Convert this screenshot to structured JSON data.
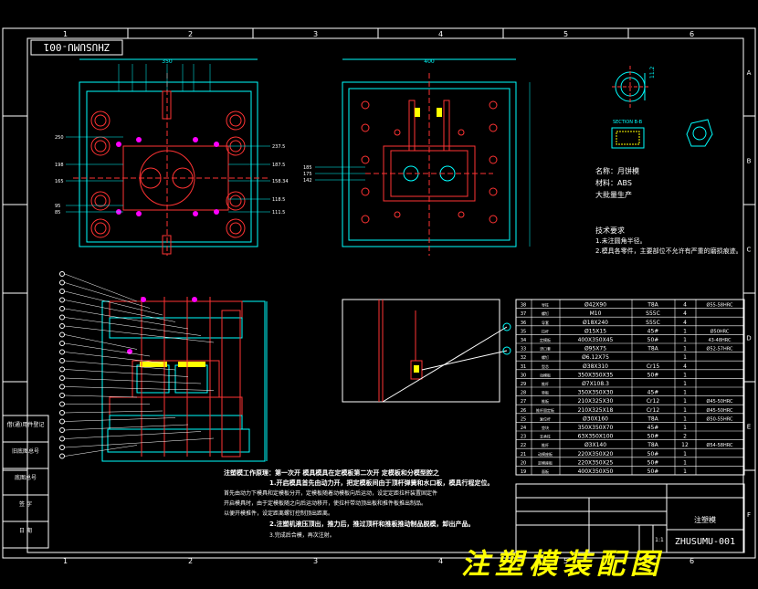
{
  "grid": {
    "columns": [
      "1",
      "2",
      "3",
      "4",
      "5",
      "6"
    ],
    "rows": [
      "A",
      "B",
      "C",
      "D",
      "E",
      "F"
    ]
  },
  "stamp_code": "ZHUSUMU-001",
  "dimensions_top": {
    "width_left": "350",
    "width_right": "400",
    "right_marks": [
      "11.2"
    ],
    "left_marks": [
      "250",
      "198",
      "165",
      "95",
      "85"
    ],
    "left_right_marks": [
      "237.5",
      "187.5",
      "158.34",
      "118.5",
      "111.5"
    ],
    "mid_marks": [
      "185",
      "175",
      "142"
    ]
  },
  "section_label": "SECTION B-B",
  "part_info": {
    "name": "名称：月饼模",
    "material": "材料：ABS",
    "production": "大批量生产"
  },
  "tech_req": {
    "title": "技术要求",
    "items": [
      "1.未注圆角半径。",
      "2.模具各零件，主要部位不允许有严重的磨损痕迹。"
    ]
  },
  "notes": {
    "lead": "注塑模工作原理：第一次开 模具模具在定模板第二次开 定模板和分模型腔之",
    "lines": [
      "1.开启模具首先由动力开，把定模板间由于顶杆弹簧和水口板，模具行程定位。",
      "首先由动力下模具和定模板分开，定模板随着动模板向后运动，设定定距拉杆装置固定件",
      "开启模具时，由于定模板随之向后运动移开，使拉杆带动顶出板和推件板推出制品。",
      "以便开模推件，设定距离螺钉控制顶出距离。",
      "2.注塑机液压顶出，推力后，推过顶杆和推板推动制品脱模，卸出产品。",
      "3.完成后合模，再次注射。"
    ]
  },
  "bom": [
    {
      "no": "38",
      "name": "导柱",
      "spec": "Ø42X90",
      "mat": "T8A",
      "qty": "4",
      "note": "Ø55-58HRC"
    },
    {
      "no": "37",
      "name": "螺钉",
      "spec": "M10",
      "mat": "S55C",
      "qty": "4",
      "note": ""
    },
    {
      "no": "36",
      "name": "导套",
      "spec": "Ø18X240",
      "mat": "S55C",
      "qty": "4",
      "note": ""
    },
    {
      "no": "35",
      "name": "拉杆",
      "spec": "Ø15X15",
      "mat": "45#",
      "qty": "1",
      "note": "Ø50HRC"
    },
    {
      "no": "34",
      "name": "定模板",
      "spec": "400X350X45",
      "mat": "50#",
      "qty": "1",
      "note": "43-48HRC"
    },
    {
      "no": "33",
      "name": "浇口套",
      "spec": "Ø95X75",
      "mat": "T8A",
      "qty": "1",
      "note": "Ø52-57HRC"
    },
    {
      "no": "32",
      "name": "螺钉",
      "spec": "Ø6.12X75",
      "mat": "",
      "qty": "1",
      "note": ""
    },
    {
      "no": "31",
      "name": "型芯",
      "spec": "Ø38X310",
      "mat": "Cr15",
      "qty": "4",
      "note": ""
    },
    {
      "no": "30",
      "name": "动模板",
      "spec": "350X350X35",
      "mat": "50#",
      "qty": "1",
      "note": ""
    },
    {
      "no": "29",
      "name": "推杆",
      "spec": "Ø7X108.3",
      "mat": "",
      "qty": "1",
      "note": ""
    },
    {
      "no": "28",
      "name": "垫板",
      "spec": "350X350X30",
      "mat": "45#",
      "qty": "1",
      "note": ""
    },
    {
      "no": "27",
      "name": "推板",
      "spec": "210X325X30",
      "mat": "Cr12",
      "qty": "1",
      "note": "Ø45-50HRC"
    },
    {
      "no": "26",
      "name": "推杆固定板",
      "spec": "210X325X18",
      "mat": "Cr12",
      "qty": "1",
      "note": "Ø45-50HRC"
    },
    {
      "no": "25",
      "name": "复位杆",
      "spec": "Ø30X160",
      "mat": "T8A",
      "qty": "1",
      "note": "Ø50-55HRC"
    },
    {
      "no": "24",
      "name": "垫块",
      "spec": "350X350X70",
      "mat": "45#",
      "qty": "1",
      "note": ""
    },
    {
      "no": "23",
      "name": "支承柱",
      "spec": "63X350X100",
      "mat": "50#",
      "qty": "2",
      "note": ""
    },
    {
      "no": "22",
      "name": "推杆",
      "spec": "Ø3X140",
      "mat": "T8A",
      "qty": "12",
      "note": "Ø54-58HRC"
    },
    {
      "no": "21",
      "name": "动模座板",
      "spec": "220X350X20",
      "mat": "50#",
      "qty": "1",
      "note": ""
    },
    {
      "no": "20",
      "name": "定模座板",
      "spec": "220X350X25",
      "mat": "50#",
      "qty": "1",
      "note": ""
    },
    {
      "no": "19",
      "name": "面板",
      "spec": "400X350X50",
      "mat": "50#",
      "qty": "1",
      "note": ""
    }
  ],
  "title_block": {
    "drawing_name": "注塑模",
    "scale": "1:1",
    "code": "ZHUSUMU-001"
  },
  "side_labels": [
    "借(通)用件登记",
    "旧底图总号",
    "底图总号",
    "签 字",
    "日 期"
  ],
  "big_title": "注塑模装配图",
  "colors": {
    "bg": "#000000",
    "frame": "#ffffff",
    "line": "#00ffff",
    "mold": "#ff3b3b",
    "accent": "#ff00ff",
    "text_yellow": "#ffff00",
    "green": "#00ff00"
  }
}
